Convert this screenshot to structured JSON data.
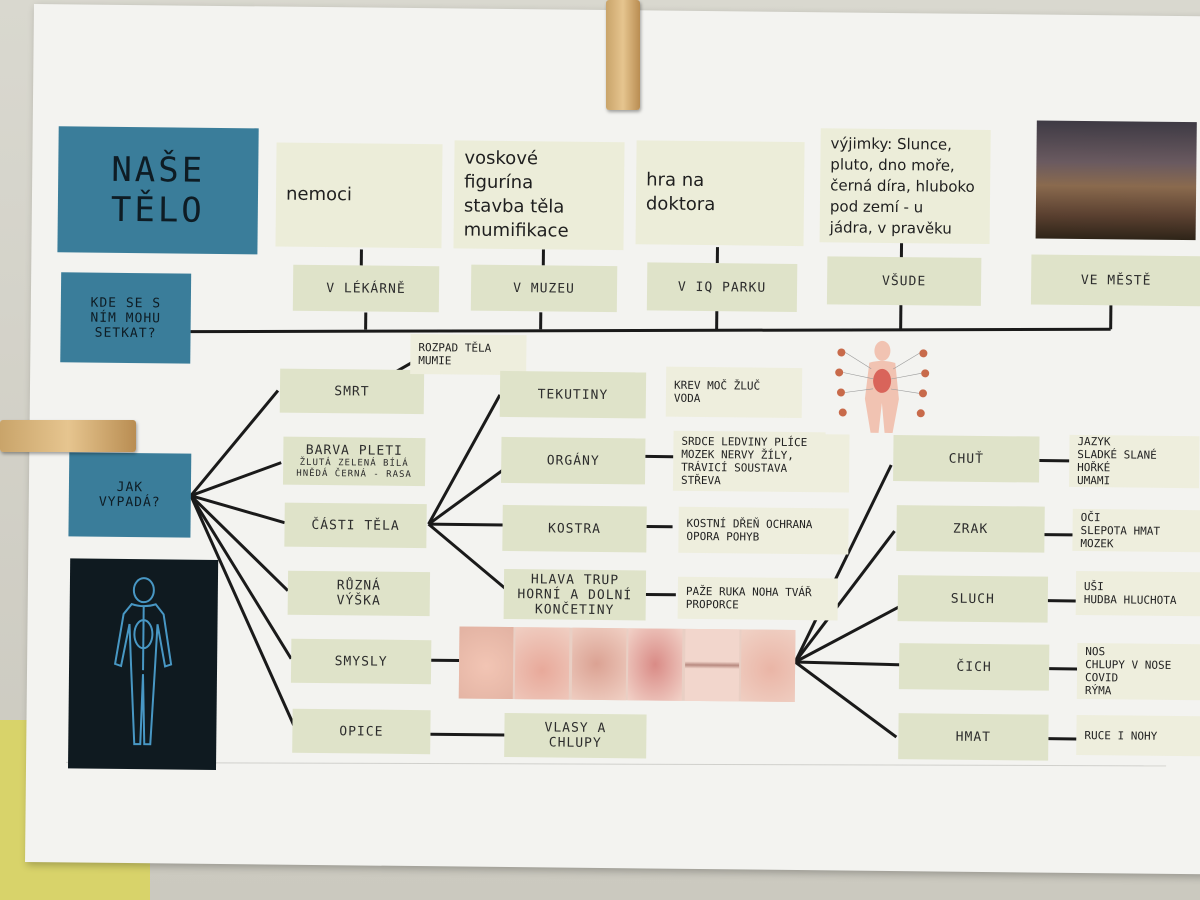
{
  "title": "NAŠE\nTĚLO",
  "question_where": "KDE SE S\nNÍM MOHU\nSETKAT?",
  "question_how": "JAK\nVYPADÁ?",
  "places": [
    {
      "label": "V LÉKÁRNĚ",
      "note": "nemoci"
    },
    {
      "label": "V MUZEU",
      "note": "voskové\nfigurína\nstavba těla\nmumifikace"
    },
    {
      "label": "V IQ PARKU",
      "note": "hra na\ndoktora"
    },
    {
      "label": "VŠUDE",
      "note": "výjimky: Slunce,\npluto, dno moře,\nčerná díra, hluboko\npod zemí - u\njádra, v pravěku"
    },
    {
      "label": "VE MĚSTĚ"
    }
  ],
  "branches": {
    "death": {
      "label": "SMRT",
      "note": "ROZPAD TĚLA\nMUMIE"
    },
    "skin": {
      "label": "BARVA PLETI",
      "sub": "ŽLUTÁ ZELENÁ BÍLÁ\nHNĚDÁ ČERNÁ - RASA"
    },
    "parts": {
      "label": "ČÁSTI TĚLA"
    },
    "height": {
      "label": "RŮZNÁ\nVÝŠKA"
    },
    "senses": {
      "label": "SMYSLY"
    },
    "monkey": {
      "label": "OPICE",
      "child": "VLASY A\nCHLUPY"
    }
  },
  "body_parts": [
    {
      "label": "TEKUTINY",
      "note": "KREV  MOČ  ŽLUČ\nVODA"
    },
    {
      "label": "ORGÁNY",
      "note": "SRDCE LEDVINY PLÍCE\nMOZEK NERVY ŽÍLY,\nTRÁVICÍ SOUSTAVA\nSTŘEVA"
    },
    {
      "label": "KOSTRA",
      "note": "KOSTNÍ DŘEŇ OCHRANA\nOPORA POHYB"
    },
    {
      "label": "HLAVA TRUP\nHORNÍ A DOLNÍ\nKONČETINY",
      "note": "PAŽE RUKA NOHA TVÁŘ\nPROPORCE"
    }
  ],
  "senses_list": [
    {
      "label": "CHUŤ",
      "note": "JAZYK\nSLADKÉ SLANÉ HOŘKÉ\nUMAMI"
    },
    {
      "label": "ZRAK",
      "note": "OČI\nSLEPOTA HMAT MOZEK"
    },
    {
      "label": "SLUCH",
      "note": "UŠI\nHUDBA HLUCHOTA"
    },
    {
      "label": "ČICH",
      "note": "NOS\nCHLUPY V NOSE COVID\nRÝMA"
    },
    {
      "label": "HMAT",
      "note": "RUCE I NOHY"
    }
  ],
  "colors": {
    "blue": "#3a7d9a",
    "green": "#dfe3c9",
    "note": "#eeeedd",
    "line": "#1a1a1a"
  },
  "icons": [
    "city-photo",
    "human-body-xray-image",
    "anatomy-figure-icon",
    "baby-senses-photo-strip",
    "clothespin-icon"
  ]
}
